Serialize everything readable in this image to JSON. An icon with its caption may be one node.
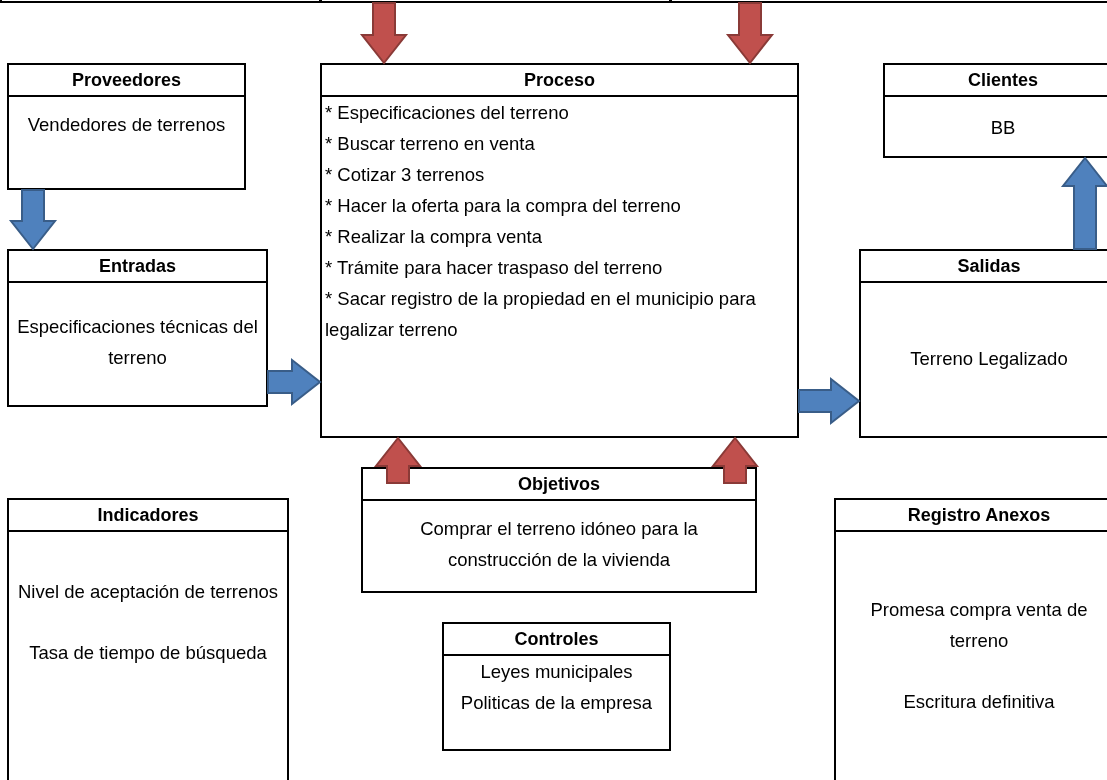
{
  "diagram": {
    "nodes": [
      {
        "text": [],
        "shape": "box"
      },
      {
        "text": [],
        "shape": "box"
      },
      {
        "text": [],
        "shape": "box"
      },
      {
        "text": [
          "Proveedores",
          "Vendedores de terrenos"
        ]
      },
      {
        "text": [
          "Proceso",
          "* Especificaciones del terreno",
          "* Buscar terreno en venta",
          "* Cotizar 3 terrenos",
          "* Hacer la oferta para la compra del terreno",
          "* Realizar la compra venta",
          "* Trámite para hacer traspaso del terreno",
          "* Sacar registro de la propiedad en el municipio para legalizar terreno"
        ]
      },
      {
        "text": [
          "Clientes",
          "BB"
        ]
      },
      {
        "text": [
          "Entradas",
          "Especificaciones técnicas del terreno"
        ]
      },
      {
        "text": [
          "Salidas",
          "Terreno Legalizado"
        ]
      },
      {
        "text": [
          "Objetivos",
          "Comprar el terreno idóneo para la construcción de la vivienda"
        ]
      },
      {
        "text": [
          "Indicadores",
          "Nivel de aceptación de terrenos",
          "Tasa de tiempo de búsqueda"
        ]
      },
      {
        "text": [
          "Registro Anexos",
          "Promesa compra venta de terreno",
          "Escritura definitiva"
        ]
      },
      {
        "text": [
          "Controles",
          "Leyes municipales",
          "Politicas de la empresa"
        ]
      }
    ],
    "edges": [
      {
        "from": 1,
        "to": 4,
        "arrow": "to",
        "color": "#c0504d"
      },
      {
        "from": 2,
        "to": 4,
        "arrow": "to",
        "color": "#c0504d"
      },
      {
        "from": 3,
        "to": 6,
        "arrow": "to",
        "color": "#4f81bd"
      },
      {
        "from": 6,
        "to": 4,
        "arrow": "to",
        "color": "#4f81bd"
      },
      {
        "from": 8,
        "to": 4,
        "arrow": "to",
        "color": "#c0504d"
      },
      {
        "from": 8,
        "to": 4,
        "arrow": "to",
        "color": "#c0504d"
      },
      {
        "from": 4,
        "to": 7,
        "arrow": "to",
        "color": "#4f81bd"
      },
      {
        "from": 7,
        "to": 5,
        "arrow": "to",
        "color": "#4f81bd"
      }
    ]
  }
}
